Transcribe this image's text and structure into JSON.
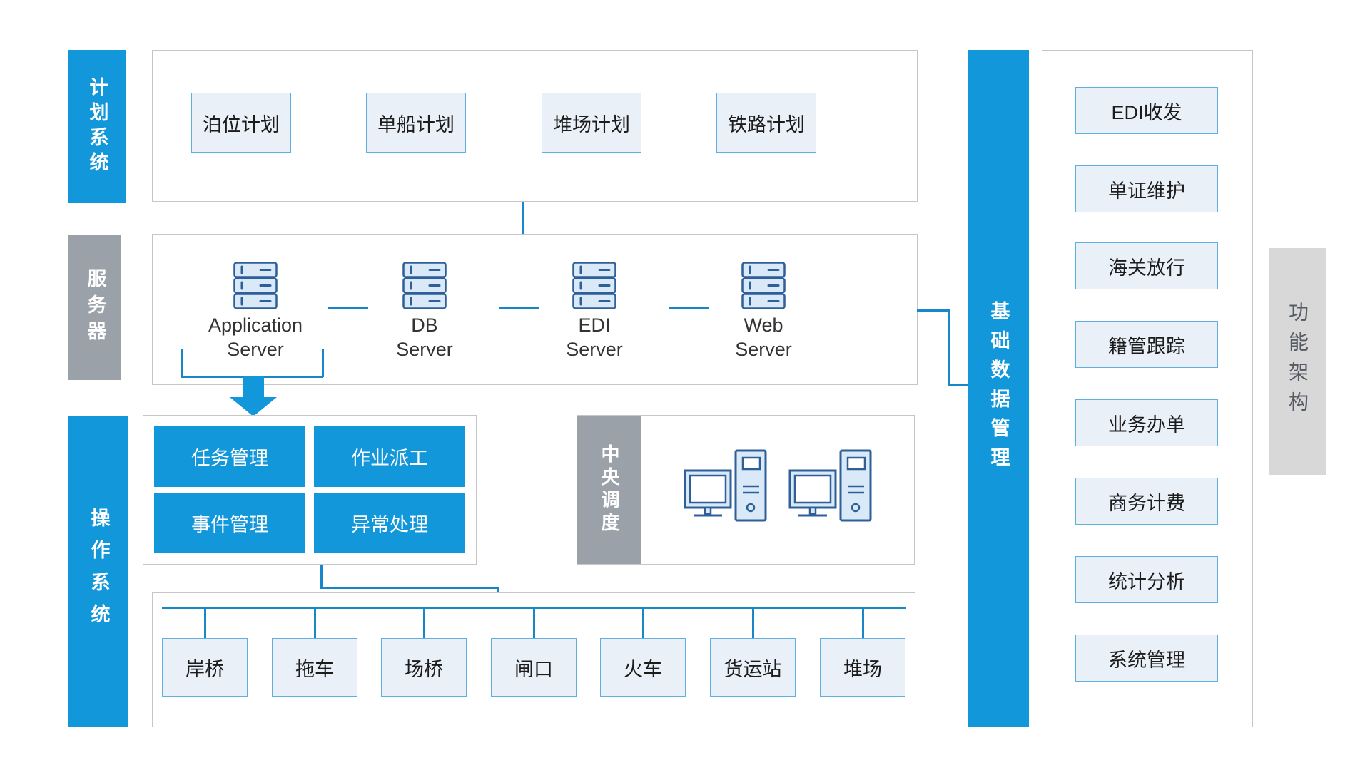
{
  "colors": {
    "primary_blue": "#1297db",
    "bar_gray": "#9ba1a9",
    "light_gray_bar": "#d8d8d8",
    "box_fill": "#e9f0f8",
    "box_border": "#5fb0e0",
    "connector_blue": "#1787c8",
    "container_border": "#c6c6c6",
    "icon_stroke": "#2e5f99",
    "icon_fill": "#d9e9f8"
  },
  "side_bars": {
    "planning": "计划系统",
    "server": "服务器",
    "operation": "操作系统",
    "base_data": "基础数据管理",
    "architecture": "功能架构"
  },
  "planning_section": {
    "boxes": [
      "泊位计划",
      "单船计划",
      "堆场计划",
      "铁路计划"
    ]
  },
  "server_section": {
    "servers": [
      {
        "line1": "Application",
        "line2": "Server"
      },
      {
        "line1": "DB",
        "line2": "Server"
      },
      {
        "line1": "EDI",
        "line2": "Server"
      },
      {
        "line1": "Web",
        "line2": "Server"
      }
    ]
  },
  "operation_section": {
    "task_boxes": [
      "任务管理",
      "作业派工",
      "事件管理",
      "异常处理"
    ],
    "dispatch_label": "中央调度",
    "equipment_boxes": [
      "岸桥",
      "拖车",
      "场桥",
      "闸口",
      "火车",
      "货运站",
      "堆场"
    ]
  },
  "function_section": {
    "boxes": [
      "EDI收发",
      "单证维护",
      "海关放行",
      "籍管跟踪",
      "业务办单",
      "商务计费",
      "统计分析",
      "系统管理"
    ]
  }
}
